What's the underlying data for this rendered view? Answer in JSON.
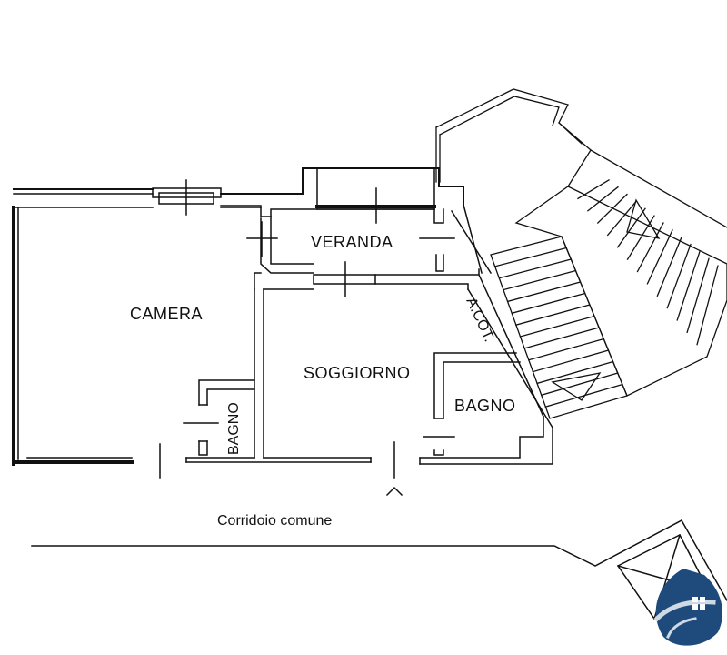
{
  "rooms": {
    "camera": "CAMERA",
    "veranda": "VERANDA",
    "soggiorno": "SOGGIORNO",
    "bagno_right": "BAGNO",
    "bagno_left": "BAGNO"
  },
  "annotations": {
    "a_cot": "A.COT.",
    "corridor": "Corridoio comune"
  },
  "colors": {
    "wall": "#111111",
    "logo_blue": "#1e4a7c",
    "logo_light": "#cfd9e6"
  },
  "logo": {
    "icon": "house-logo-icon"
  }
}
